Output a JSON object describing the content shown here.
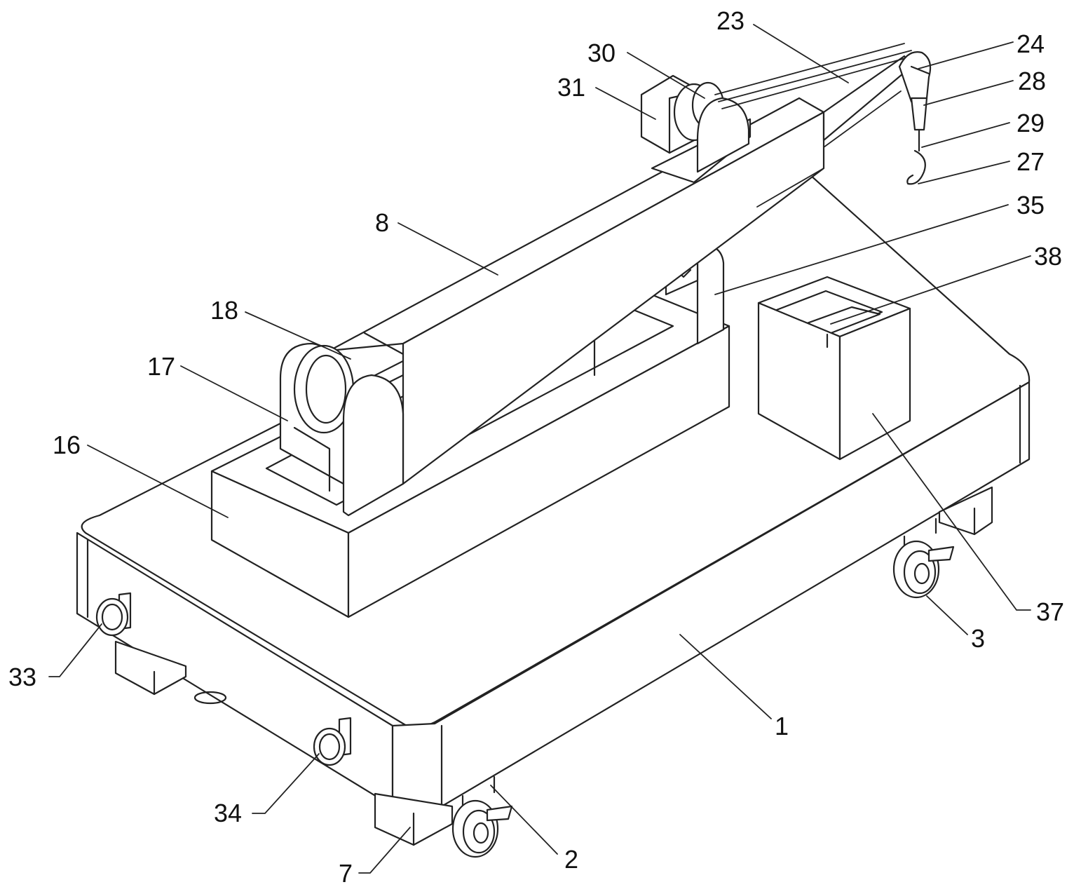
{
  "labels": {
    "l1": "1",
    "l2": "2",
    "l3": "3",
    "l7": "7",
    "l8": "8",
    "l16": "16",
    "l17": "17",
    "l18": "18",
    "l23": "23",
    "l24": "24",
    "l27": "27",
    "l28": "28",
    "l29": "29",
    "l30": "30",
    "l31": "31",
    "l33": "33",
    "l34": "34",
    "l35": "35",
    "l37": "37",
    "l38": "38"
  },
  "colors": {
    "line": "#222222",
    "background": "#ffffff"
  }
}
